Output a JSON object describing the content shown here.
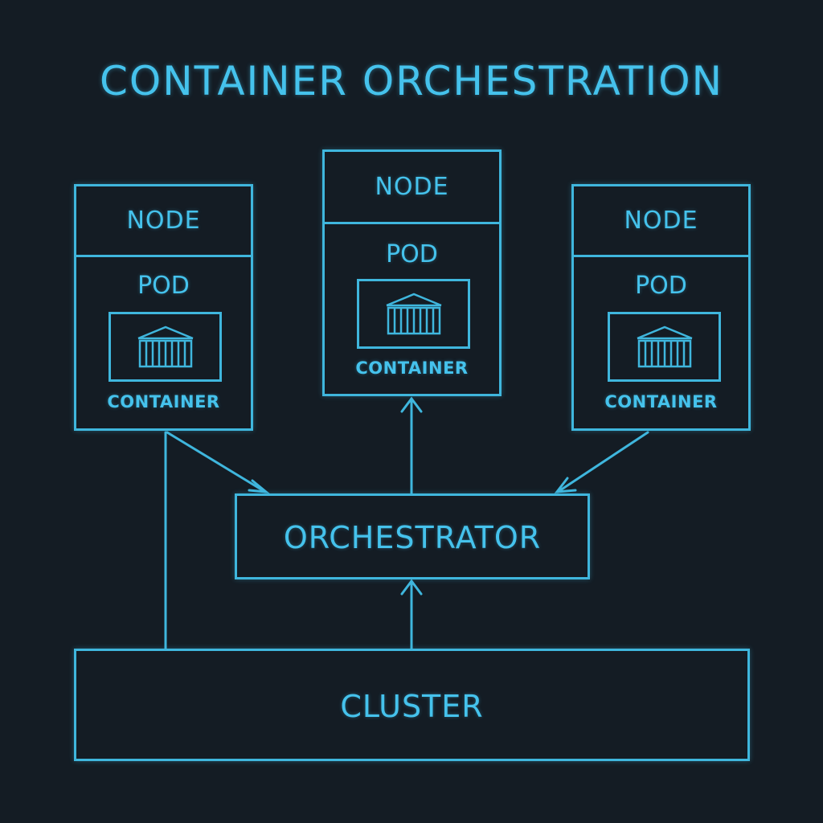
{
  "title": "CONTAINER ORCHESTRATION",
  "nodes": [
    {
      "node_label": "NODE",
      "pod_label": "POD",
      "container_label": "CONTAINER"
    },
    {
      "node_label": "NODE",
      "pod_label": "POD",
      "container_label": "CONTAINER"
    },
    {
      "node_label": "NODE",
      "pod_label": "POD",
      "container_label": "CONTAINER"
    }
  ],
  "orchestrator": {
    "label": "ORCHESTRATOR"
  },
  "cluster": {
    "label": "CLUSTER"
  },
  "colors": {
    "background": "#141c24",
    "accent": "#45c2ec",
    "line": "#3fb6dd"
  }
}
